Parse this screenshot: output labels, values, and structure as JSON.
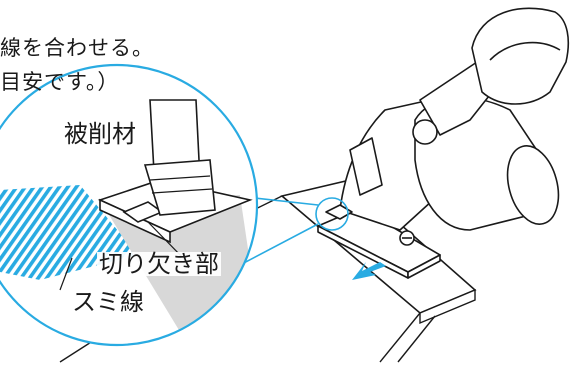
{
  "instructions": {
    "line1": "線を合わせる。",
    "line2": "目安です。）"
  },
  "labels": {
    "workpiece": "被削材",
    "notch": "切り欠き部",
    "ink_line": "スミ線"
  },
  "colors": {
    "outline": "#1a1a1a",
    "callout_circle": "#29abe2",
    "hatch": "#29abe2",
    "arrow": "#29abe2",
    "shadow": "#d8d8d8",
    "fill": "#ffffff"
  }
}
